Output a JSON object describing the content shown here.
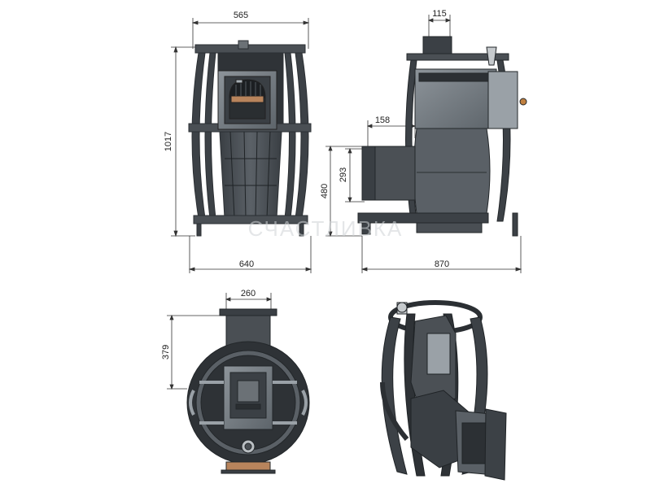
{
  "dimensions": {
    "front_width_top": "565",
    "front_height": "1017",
    "front_width_bottom": "640",
    "side_chimney_width": "115",
    "side_firebox_length": "158",
    "side_firebox_opening": "293",
    "side_total_height_low": "480",
    "side_total_depth": "870",
    "top_chimney_width": "260",
    "top_chimney_offset": "379"
  },
  "watermark": "СЧАСТЛИВКА"
}
